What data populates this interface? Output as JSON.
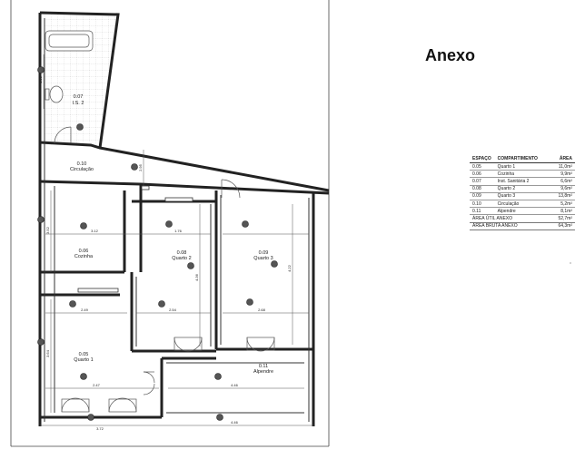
{
  "title": "Anexo",
  "rooms": [
    {
      "code": "0.07",
      "name": "I.S. 2"
    },
    {
      "code": "0.10",
      "name": "Circulação"
    },
    {
      "code": "0.06",
      "name": "Cozinha"
    },
    {
      "code": "0.08",
      "name": "Quarto 2"
    },
    {
      "code": "0.09",
      "name": "Quarto 3"
    },
    {
      "code": "0.05",
      "name": "Quarto 1"
    },
    {
      "code": "0.11",
      "name": "Alpendre"
    }
  ],
  "dimensions": [
    "3.12",
    "1.76",
    "2.49",
    "2.54",
    "2.68",
    "2.47",
    "4.46",
    "3.72",
    "4.46",
    "3.52",
    "4.22",
    "4.36",
    "3.64",
    "2.95",
    "1.98"
  ],
  "table": {
    "headers": [
      "ESPAÇO",
      "COMPARTIMENTO",
      "ÁREA"
    ],
    "rows": [
      {
        "code": "0.05",
        "name": "Quarto 1",
        "area": "11,0m²"
      },
      {
        "code": "0.06",
        "name": "Cozinha",
        "area": "9,9m²"
      },
      {
        "code": "0.07",
        "name": "Inst. Sanitária 2",
        "area": "6,6m²"
      },
      {
        "code": "0.08",
        "name": "Quarto 2",
        "area": "9,6m²"
      },
      {
        "code": "0.09",
        "name": "Quarto 3",
        "area": "13,8m²"
      },
      {
        "code": "0.10",
        "name": "Circulação",
        "area": "5,2m²"
      },
      {
        "code": "0.11",
        "name": "Alpendre",
        "area": "8,1m²"
      }
    ],
    "totals": [
      {
        "label": "ÁREA ÚTIL ANEXO",
        "area": "52,7m²"
      },
      {
        "label": "ÁREA BRUTA ANEXO",
        "area": "64,3m²"
      }
    ]
  }
}
